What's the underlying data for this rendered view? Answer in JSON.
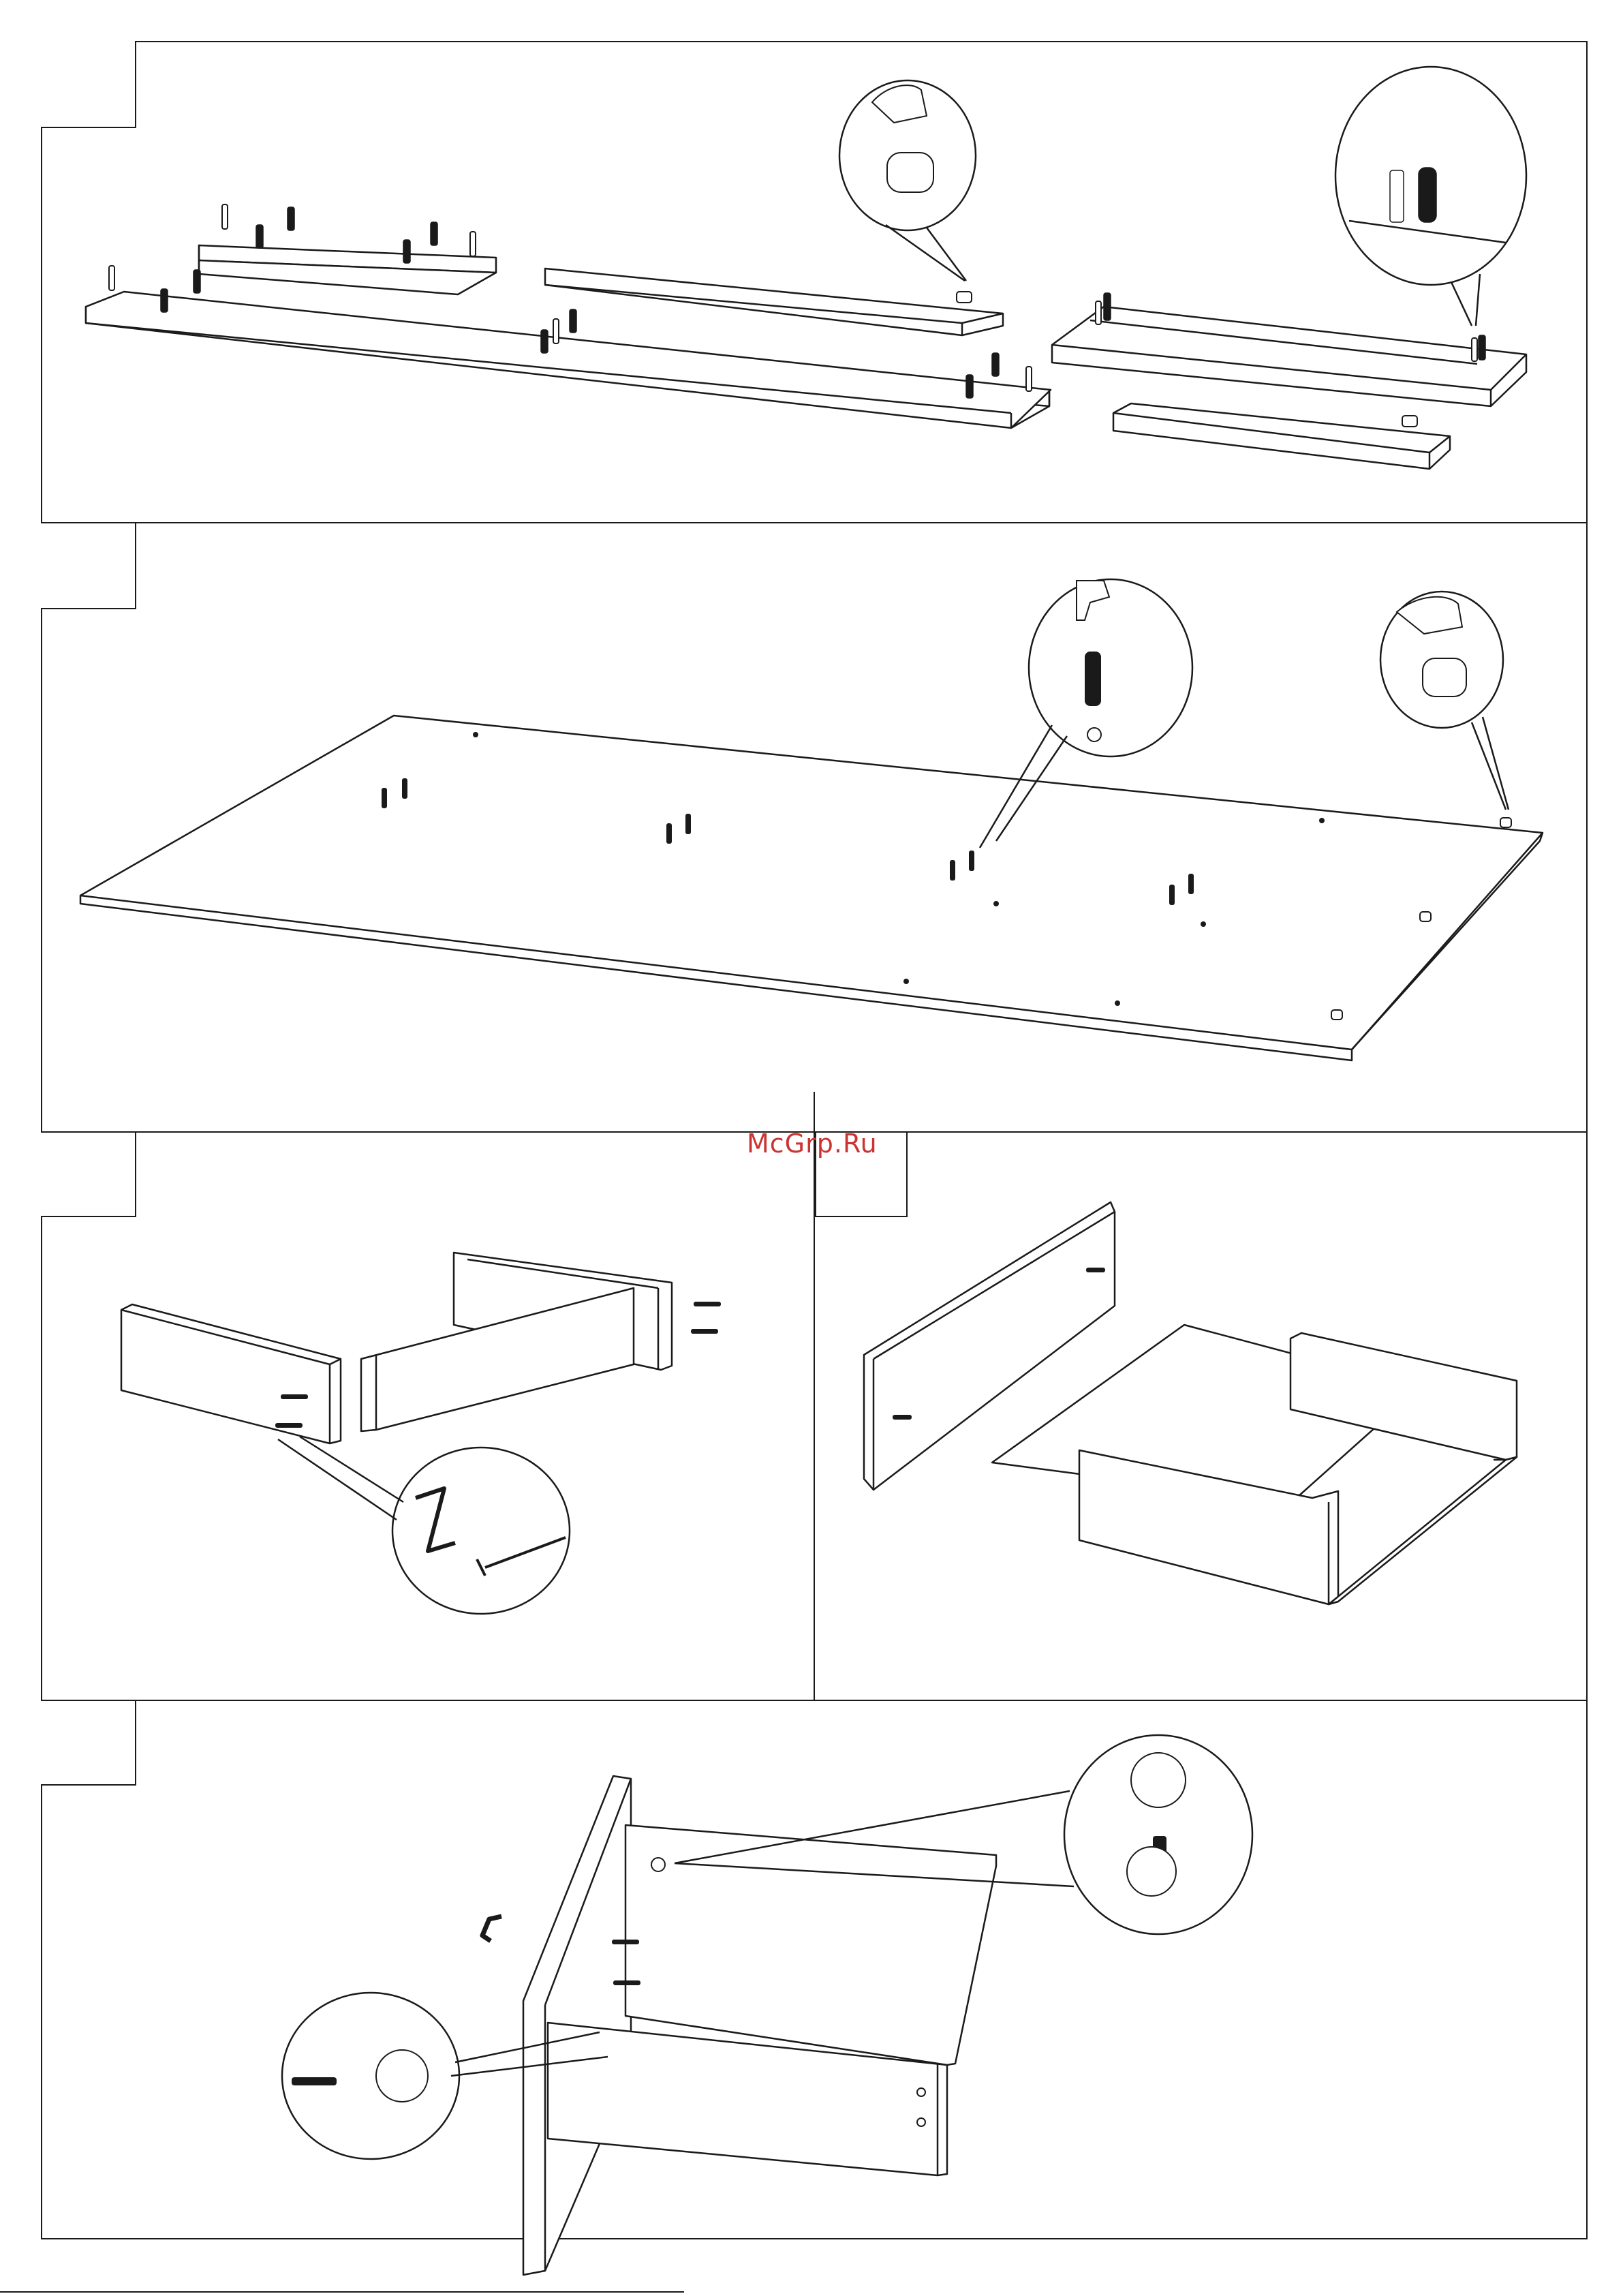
{
  "watermark": "McGrp.Ru",
  "steps": [
    {
      "id": "step-1",
      "label": ""
    },
    {
      "id": "step-2",
      "label": ""
    },
    {
      "id": "step-3",
      "label": ""
    },
    {
      "id": "step-4",
      "label": ""
    },
    {
      "id": "step-5",
      "label": ""
    }
  ],
  "icons": {
    "cam-lock": "cam-lock-icon",
    "dowel": "dowel-icon",
    "hammer": "hammer-icon",
    "allen-key": "allen-key-icon",
    "screwdriver": "screwdriver-icon",
    "handle": "drawer-handle-icon"
  },
  "colors": {
    "line": "#1a1a1a",
    "watermark": "#cc3333",
    "background": "#ffffff"
  }
}
